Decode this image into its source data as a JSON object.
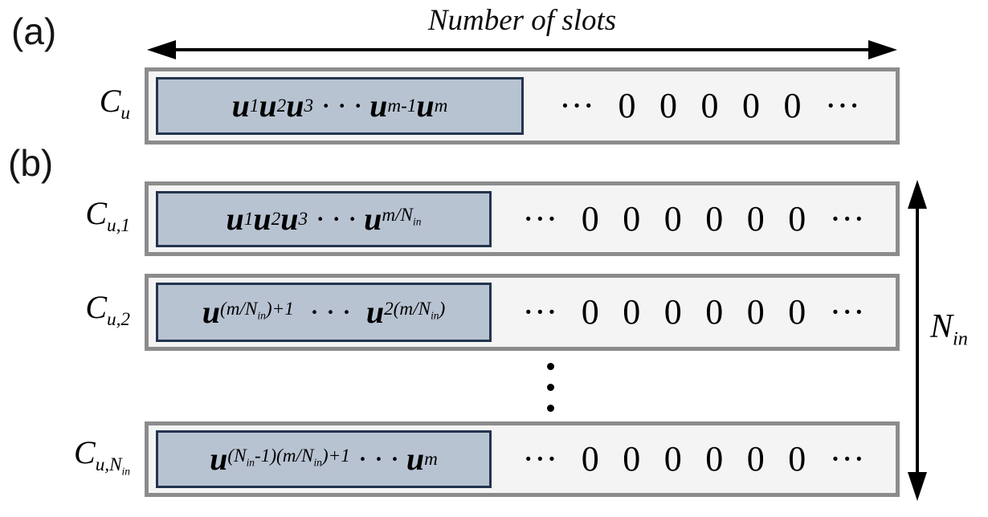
{
  "figure": {
    "panel_a": {
      "tag": "(a)",
      "axis_label": "Number of slots",
      "row": {
        "label_html": "<i>C</i><sub><i>u</i></sub>",
        "filled_html": "<b><i>u</i></b><sub>1</sub> <b><i>u</i></b><sub>2</sub> <b><i>u</i></b><sub>3</sub> &nbsp;· · ·&nbsp; <b><i>u</i></b><sub><i>m</i>-1</sub> <b><i>u</i></b><sub><i>m</i></sub>",
        "zeros_text": "··· 0 0 0 0 0 ···"
      }
    },
    "panel_b": {
      "tag": "(b)",
      "rows": [
        {
          "label_html": "<i>C</i><sub><i>u</i>,1</sub>",
          "filled_html": "<b><i>u</i></b><sub>1</sub> <b><i>u</i></b><sub>2</sub> <b><i>u</i></b><sub>3</sub> &nbsp;· · ·&nbsp; <b><i>u</i></b><sub><i>m</i>/<i>N</i><sub><i>in</i></sub></sub>",
          "zeros_text": "··· 0 0 0 0 0 0 ···"
        },
        {
          "label_html": "<i>C</i><sub><i>u</i>,2</sub>",
          "filled_html": "<b><i>u</i></b><sub>(<i>m</i>/<i>N</i><sub><i>in</i></sub>)+1</sub> &nbsp;&nbsp;· · ·&nbsp;&nbsp; <b><i>u</i></b><sub>2(<i>m</i>/<i>N</i><sub><i>in</i></sub>)</sub>",
          "zeros_text": "··· 0 0 0 0 0 0 ···"
        },
        {
          "label_html": "<i>C</i><sub><i>u</i>,<i>N</i><sub><i>in</i></sub></sub>",
          "filled_html": "<b><i>u</i></b><sub>(<i>N</i><sub><i>in</i></sub>-1)(<i>m</i>/<i>N</i><sub><i>in</i></sub>)+1</sub> &nbsp;· · ·&nbsp; <b><i>u</i></b><sub><i>m</i></sub>",
          "zeros_text": "··· 0 0 0 0 0 0 ···"
        }
      ],
      "height_label_html": "<i>N</i><sub><i>in</i></sub>"
    },
    "icons": {
      "horizontal_span_arrow": "double-headed-arrow-left-right",
      "vertical_span_arrow": "double-headed-arrow-up-down",
      "vertical_ellipsis": "⋮"
    },
    "colors": {
      "outer_box_fill": "#f4f4f4",
      "outer_box_border": "#8c8c8c",
      "filled_box_fill": "#b8c3d2",
      "filled_box_border": "#23344d",
      "arrow": "#000000",
      "text": "#000000"
    }
  }
}
